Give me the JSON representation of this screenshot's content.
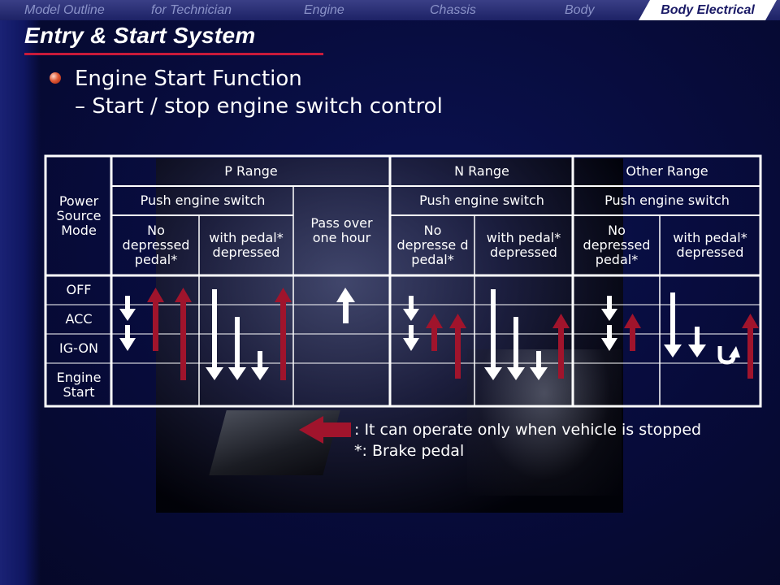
{
  "nav": {
    "tabs": [
      {
        "label": "Model Outline"
      },
      {
        "label": "for Technician"
      },
      {
        "label": "Engine"
      },
      {
        "label": "Chassis"
      },
      {
        "label": "Body"
      },
      {
        "label": "Body Electrical",
        "active": true
      }
    ]
  },
  "page": {
    "title": "Entry & Start System",
    "heading": "Engine Start Function",
    "subheading": "– Start / stop engine switch control"
  },
  "table": {
    "row_header": "Power Source Mode",
    "ranges": [
      "P Range",
      "N Range",
      "Other Range"
    ],
    "push_switch": "Push engine switch",
    "pass_over": "Pass over one hour",
    "no_pedal": "No depressed pedal*",
    "no_pedal_n": "No depresse d pedal*",
    "with_pedal": "with pedal* depressed",
    "modes": [
      "OFF",
      "ACC",
      "IG-ON",
      "Engine Start"
    ]
  },
  "legend": {
    "note": ": It can operate only when vehicle is stopped",
    "pedal": "*: Brake pedal"
  },
  "colors": {
    "accent_red": "#a0142c",
    "table_line": "#ffffff",
    "underline": "#c81a3a"
  }
}
